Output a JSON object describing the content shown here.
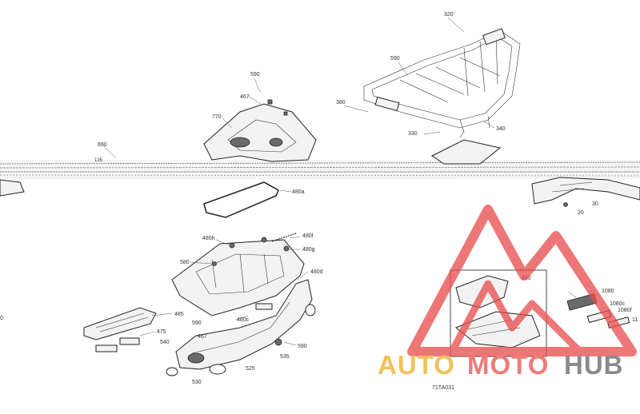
{
  "diagram": {
    "callouts": {
      "c320": "320",
      "c590_top": "590",
      "c380": "380",
      "c330": "330",
      "c340": "340",
      "c590_cover": "590",
      "c467_top": "467",
      "c770": "770",
      "c690": "690",
      "c135": "135",
      "c480a": "480a",
      "c20": "20",
      "c480h": "480h",
      "c480f": "480f",
      "c480g": "480g",
      "c580": "580",
      "c480d": "480d",
      "c485": "485",
      "c475": "475",
      "c480c": "480c",
      "c590_bottom": "590",
      "c467_bottom": "467",
      "c540": "540",
      "c590_right": "590",
      "c535": "535",
      "c525": "525",
      "c530": "530",
      "c480": "480",
      "c1080": "1080",
      "c1080c": "1080c",
      "c1080f": "1080f",
      "c11x": "11",
      "c30": "30",
      "c0_left": "0"
    },
    "figure_code": "71TA031"
  },
  "watermark": {
    "brand_part1": "AUTO",
    "brand_part2": "MOTO",
    "brand_part3": "HUB",
    "color_auto": "#f2c15a",
    "color_moto": "#ef7a78",
    "color_hub": "#8a8a8a",
    "triangle_color": "#e84a4a"
  }
}
